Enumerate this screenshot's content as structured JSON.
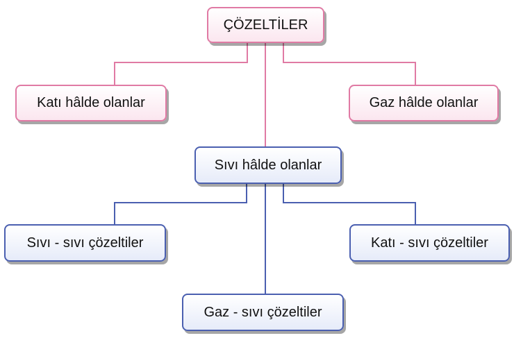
{
  "diagram": {
    "root": {
      "label": "ÇÖZELTİLER"
    },
    "states": [
      {
        "label": "Katı hâlde olanlar"
      },
      {
        "label": "Sıvı hâlde olanlar"
      },
      {
        "label": "Gaz hâlde olanlar"
      }
    ],
    "liquid_children": [
      {
        "label": "Sıvı - sıvı çözeltiler"
      },
      {
        "label": "Gaz - sıvı çözeltiler"
      },
      {
        "label": "Katı - sıvı çözeltiler"
      }
    ],
    "colors": {
      "top_level": "#e07aa4",
      "liquid_branch": "#4a5fb0"
    }
  }
}
